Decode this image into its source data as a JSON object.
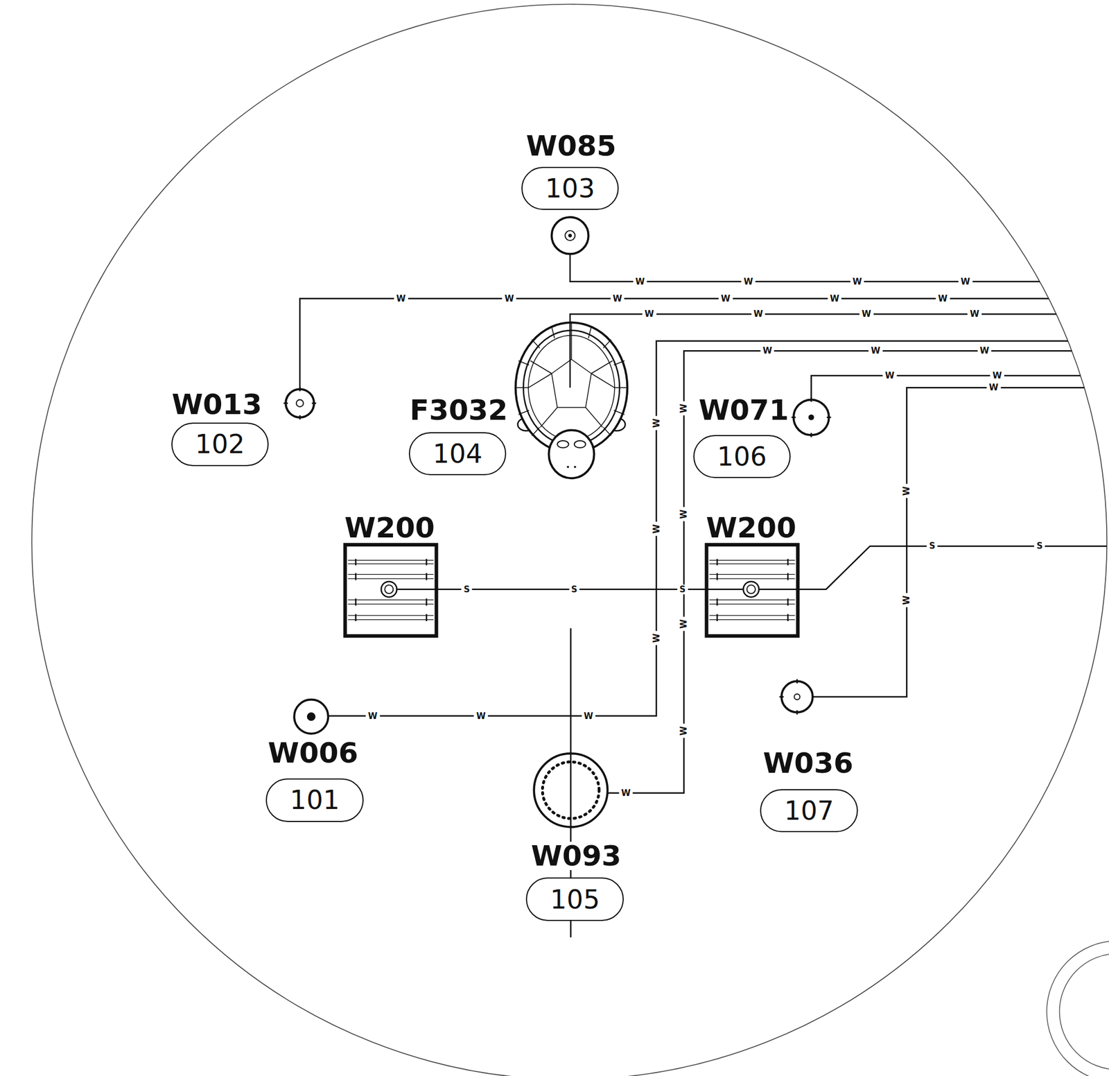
{
  "diagram": {
    "nodes": [
      {
        "text": [
          "W085",
          "103"
        ]
      },
      {
        "text": [
          "W013",
          "102"
        ]
      },
      {
        "text": [
          "F3032",
          "104"
        ]
      },
      {
        "text": [
          "W071",
          "106"
        ]
      },
      {
        "text": [
          "W006",
          "101"
        ]
      },
      {
        "text": [
          "W036",
          "107"
        ]
      },
      {
        "text": [
          "W093",
          "105"
        ]
      }
    ],
    "labels": [
      "W200",
      "W200",
      "W",
      "W",
      "W",
      "W",
      "W",
      "W",
      "W",
      "W",
      "W",
      "W",
      "W",
      "W",
      "W",
      "W",
      "W",
      "W",
      "W",
      "W",
      "W",
      "W",
      "W",
      "W",
      "W",
      "W",
      "W",
      "W",
      "W",
      "W",
      "W",
      "W",
      "W",
      "W",
      "W",
      "S",
      "S",
      "S",
      "S",
      "S"
    ]
  }
}
